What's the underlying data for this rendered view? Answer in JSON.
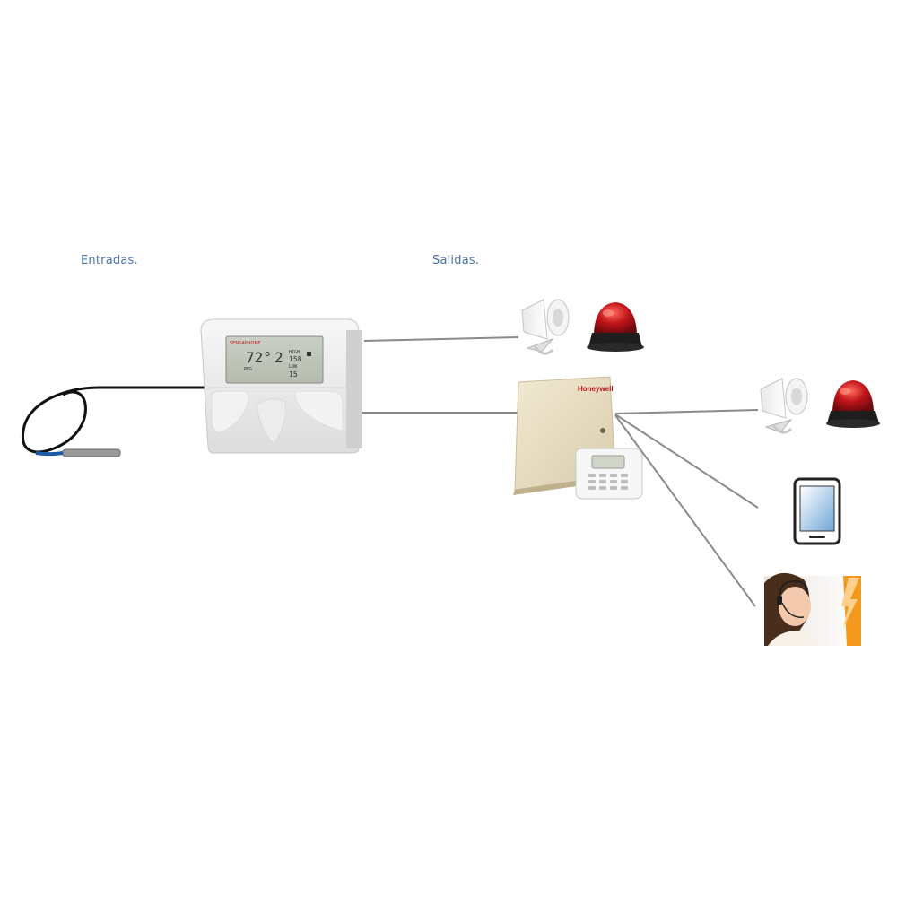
{
  "labels": {
    "inputs": "Entradas.",
    "outputs": "Salidas."
  },
  "devices": {
    "monitor": {
      "brand": "SENSAPHONE",
      "lcd_temp": "72°",
      "lcd_zone": "2",
      "lcd_high_label": "HIGH",
      "lcd_high_value": "158",
      "lcd_low_label": "LOW",
      "lcd_bottom": "15",
      "lcd_small": "REG"
    },
    "panel": {
      "brand": "Honeywell"
    },
    "probe": {
      "icon": "temperature-probe-icon"
    },
    "siren": {
      "icon": "siren-speaker-icon"
    },
    "strobe": {
      "icon": "red-strobe-light-icon",
      "color": "#c0141a"
    },
    "phone": {
      "icon": "mobile-phone-icon"
    },
    "operator": {
      "icon": "call-center-operator-icon",
      "accent": "#f39a1e"
    }
  },
  "colors": {
    "label_text": "#4a72a8",
    "wire_black": "#111111",
    "wire_gray": "#8a8a8a"
  }
}
